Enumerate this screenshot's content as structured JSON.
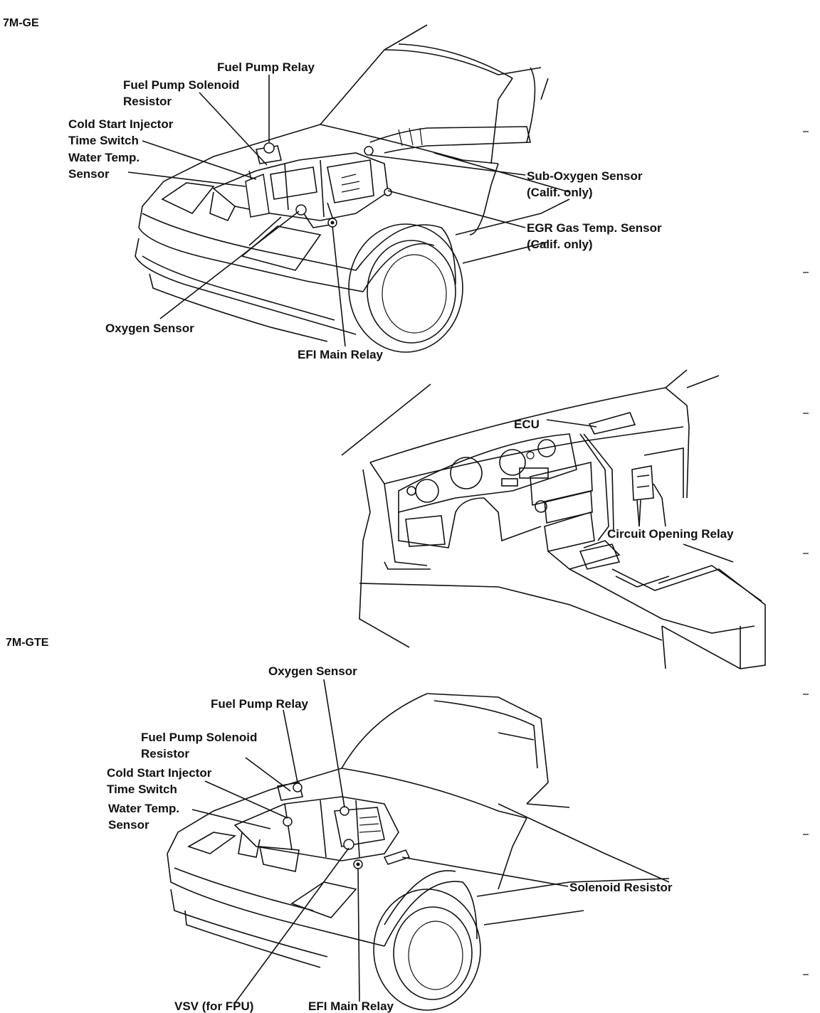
{
  "sections": {
    "top": "7M-GE",
    "bottom": "7M-GTE"
  },
  "ge": {
    "fuel_pump_relay": "Fuel Pump Relay",
    "fp_solenoid_resistor_1": "Fuel Pump Solenoid",
    "fp_solenoid_resistor_2": "Resistor",
    "cold_start_1": "Cold Start Injector",
    "cold_start_2": "Time Switch",
    "water_temp_1": "Water Temp.",
    "water_temp_2": "Sensor",
    "sub_oxygen_1": "Sub-Oxygen Sensor",
    "sub_oxygen_2": "(Calif. only)",
    "egr_1": "EGR Gas Temp. Sensor",
    "egr_2": "(Calif. only)",
    "oxygen_sensor": "Oxygen Sensor",
    "efi_main_relay": "EFI Main Relay"
  },
  "dash": {
    "ecu": "ECU",
    "circuit_opening_relay": "Circuit Opening Relay"
  },
  "gte": {
    "oxygen_sensor": "Oxygen Sensor",
    "fuel_pump_relay": "Fuel Pump Relay",
    "fp_solenoid_resistor_1": "Fuel Pump Solenoid",
    "fp_solenoid_resistor_2": "Resistor",
    "cold_start_1": "Cold Start Injector",
    "cold_start_2": "Time Switch",
    "water_temp_1": "Water Temp.",
    "water_temp_2": "Sensor",
    "solenoid_resistor": "Solenoid Resistor",
    "vsv": "VSV (for FPU)",
    "efi_main_relay": "EFI Main Relay"
  }
}
